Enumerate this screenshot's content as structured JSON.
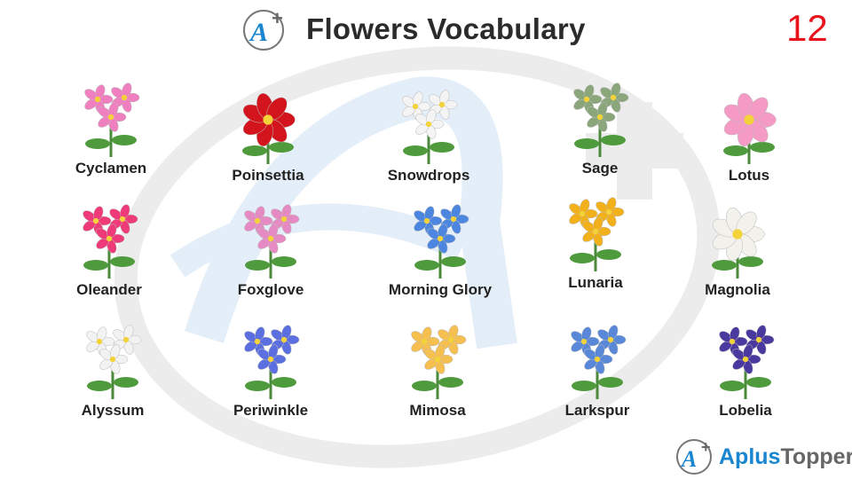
{
  "header": {
    "title": "Flowers Vocabulary",
    "page_number": "12"
  },
  "brand": {
    "part1": "Aplus",
    "part2": "Topper",
    "accent": "#1a86d0"
  },
  "flowers": [
    {
      "label": "Cyclamen",
      "color": "#f07fc0"
    },
    {
      "label": "Poinsettia",
      "color": "#d4141c"
    },
    {
      "label": "Snowdrops",
      "color": "#f4f4f4"
    },
    {
      "label": "Sage",
      "color": "#8aa67a"
    },
    {
      "label": "Lotus",
      "color": "#f49ac4"
    },
    {
      "label": "Oleander",
      "color": "#ee3a78"
    },
    {
      "label": "Foxglove",
      "color": "#e58ac2"
    },
    {
      "label": "Morning Glory",
      "color": "#4c86e0"
    },
    {
      "label": "Lunaria",
      "color": "#f2b01b"
    },
    {
      "label": "Magnolia",
      "color": "#f3f1ec"
    },
    {
      "label": "Alyssum",
      "color": "#f2f2f2"
    },
    {
      "label": "Periwinkle",
      "color": "#5b6fe0"
    },
    {
      "label": "Mimosa",
      "color": "#f6c050"
    },
    {
      "label": "Larkspur",
      "color": "#5a88d8"
    },
    {
      "label": "Lobelia",
      "color": "#4a3aa0"
    }
  ]
}
